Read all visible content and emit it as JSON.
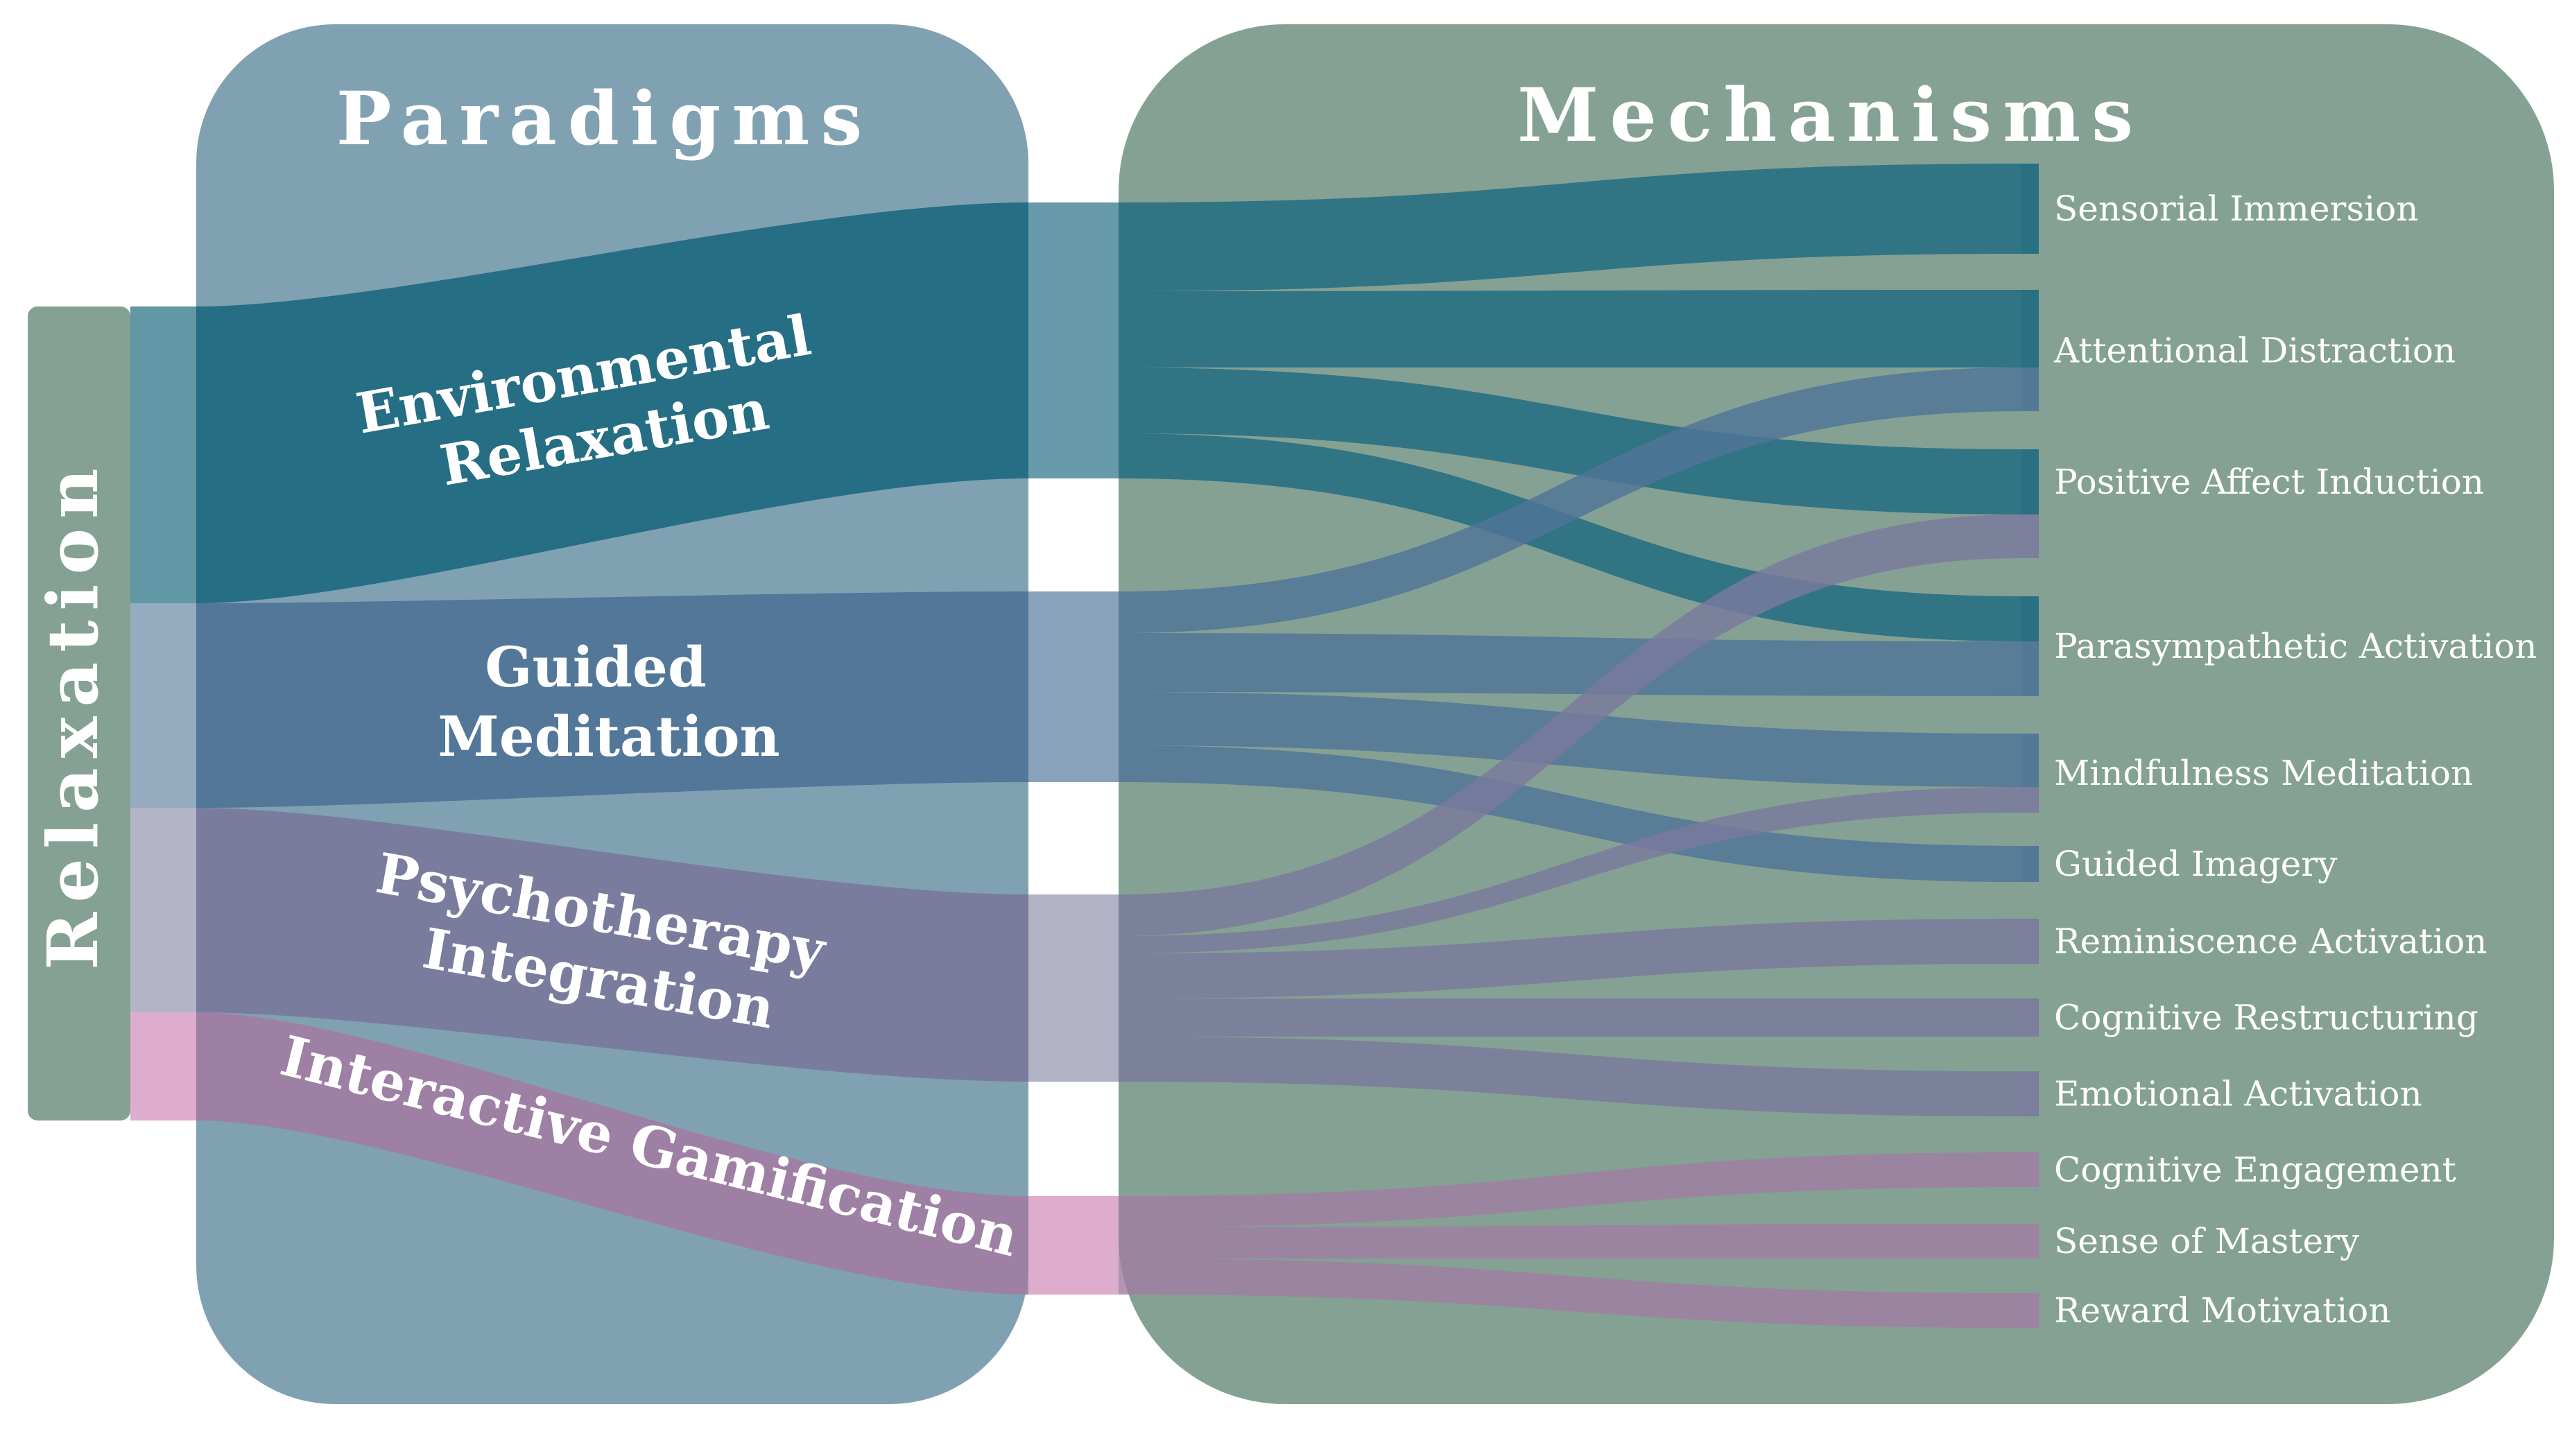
{
  "panels": {
    "left_title": "Paradigms",
    "right_title": "Mechanisms"
  },
  "root": {
    "label": "Relaxation"
  },
  "paradigms": [
    {
      "id": "env",
      "label_lines": [
        "Environmental",
        "Relaxation"
      ],
      "color": "#1e6a80"
    },
    {
      "id": "guided",
      "label_lines": [
        "Guided",
        "Meditation"
      ],
      "color": "#4f7497"
    },
    {
      "id": "psych",
      "label_lines": [
        "Psychotherapy",
        "Integration"
      ],
      "color": "#7a7a9c"
    },
    {
      "id": "game",
      "label_lines": [
        "Interactive Gamification"
      ],
      "color": "#a07ea2"
    }
  ],
  "mechanisms": [
    {
      "id": "sensorial",
      "label": "Sensorial Immersion"
    },
    {
      "id": "attentional",
      "label": "Attentional Distraction"
    },
    {
      "id": "positive",
      "label": "Positive Affect Induction"
    },
    {
      "id": "parasym",
      "label": "Parasympathetic Activation"
    },
    {
      "id": "mindful",
      "label": "Mindfulness Meditation"
    },
    {
      "id": "imagery",
      "label": "Guided Imagery"
    },
    {
      "id": "reminisce",
      "label": "Reminiscence Activation"
    },
    {
      "id": "restruct",
      "label": "Cognitive Restructuring"
    },
    {
      "id": "emotional",
      "label": "Emotional Activation"
    },
    {
      "id": "engage",
      "label": "Cognitive Engagement"
    },
    {
      "id": "mastery",
      "label": "Sense of Mastery"
    },
    {
      "id": "reward",
      "label": "Reward Motivation"
    }
  ],
  "colors": {
    "left_panel": "#80a1b1",
    "right_panel": "#84a194",
    "root_bar": "#84a194",
    "title_text": "#ffffff",
    "label_text": "#ffffff"
  }
}
